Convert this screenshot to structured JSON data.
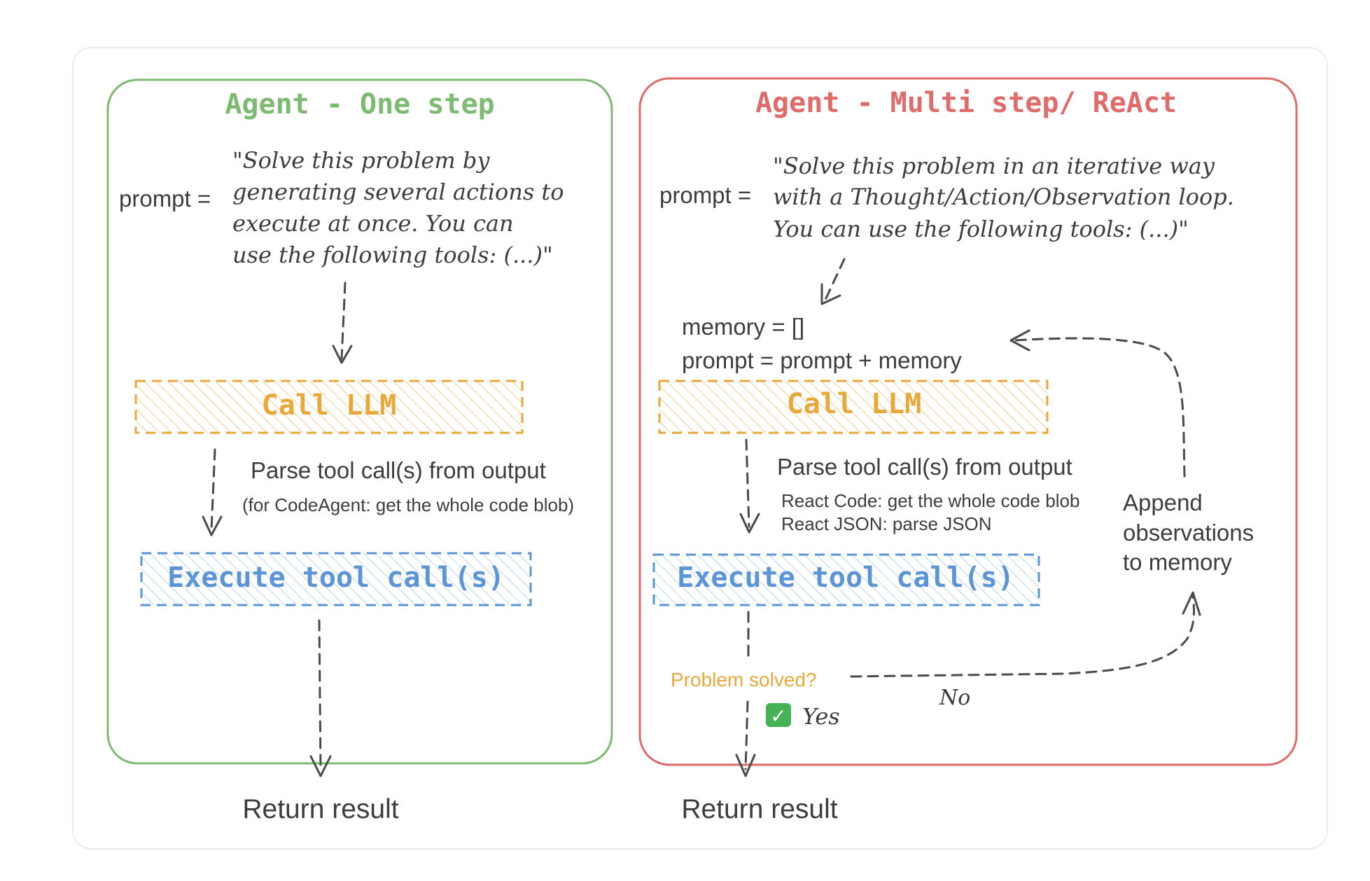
{
  "colors": {
    "left_panel": "#7dbb72",
    "right_panel": "#df6b6b",
    "llm_box": "#e8a93a",
    "tool_box": "#5b95d6",
    "question": "#e8a93a",
    "text": "#3d3d3d"
  },
  "left": {
    "title": "Agent - One step",
    "prompt_label": "prompt =",
    "prompt_lines": [
      "\"Solve this problem by",
      "generating several actions to",
      "execute at once. You can",
      "use the following tools: (...)\""
    ],
    "call_llm": "Call LLM",
    "parse_label": "Parse tool call(s) from output",
    "parse_note": "(for CodeAgent: get the whole code blob)",
    "execute": "Execute tool call(s)",
    "return_label": "Return result"
  },
  "right": {
    "title": "Agent - Multi step/ ReAct",
    "prompt_label": "prompt =",
    "prompt_lines": [
      "\"Solve this problem in an iterative way",
      "with a Thought/Action/Observation loop.",
      "You can use the following tools: (...)\""
    ],
    "memory_init": "memory = []",
    "memory_update": "prompt = prompt + memory",
    "call_llm": "Call LLM",
    "parse_label": "Parse tool call(s) from output",
    "parse_note_1": "React Code: get the whole code blob",
    "parse_note_2": "React JSON: parse JSON",
    "execute": "Execute tool call(s)",
    "append_lines": [
      "Append",
      "observations",
      "to memory"
    ],
    "question": "Problem solved?",
    "yes_mark": "✓",
    "yes_label": "Yes",
    "no_label": "No",
    "return_label": "Return result"
  }
}
